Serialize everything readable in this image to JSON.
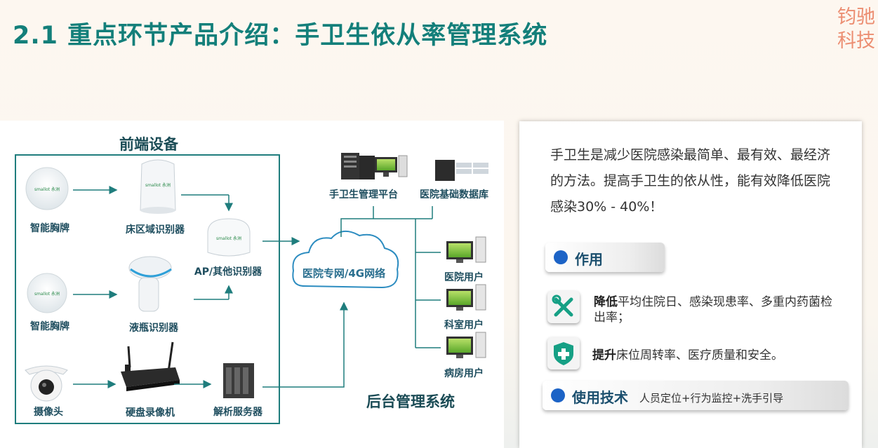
{
  "title": "2.1 重点环节产品介绍：手卫生依从率管理系统",
  "brand": {
    "line1": "钧驰",
    "line2": "科技"
  },
  "diagram": {
    "frontend_heading": "前端设备",
    "backend_heading": "后台管理系统",
    "cloud_label": "医院专网/4G网络",
    "nodes": {
      "badge_1": "智能胸牌",
      "bed_recognizer": "床区域识别器",
      "ap_recognizer": "AP/其他识别器",
      "badge_2": "智能胸牌",
      "bottle_recognizer": "液瓶识别器",
      "camera": "摄像头",
      "nvr": "硬盘录像机",
      "analysis_server": "解析服务器",
      "hand_platform": "手卫生管理平台",
      "hospital_db": "医院基础数据库",
      "hospital_user": "医院用户",
      "dept_user": "科室用户",
      "ward_user": "病房用户"
    },
    "device_text": "smallot 永洲"
  },
  "info": {
    "intro": "手卫生是减少医院感染最简单、最有效、最经济的方法。提高手卫生的依从性，能有效降低医院感染30% - 40%！",
    "section_role": "作用",
    "features": [
      {
        "bold": "降低",
        "text": "平均住院日、感染现患率、多重内药菌检出率；",
        "icon": "tools-icon"
      },
      {
        "bold": "提升",
        "text": "床位周转率、医疗质量和安全。",
        "icon": "shield-icon"
      }
    ],
    "tech_title": "使用技术",
    "tech_text": "人员定位+行为监控+洗手引导"
  },
  "colors": {
    "accent": "#137f7a",
    "brand": "#ec8e72",
    "pill_dot": "#1c63c6",
    "frame": "#1f7d7d"
  }
}
